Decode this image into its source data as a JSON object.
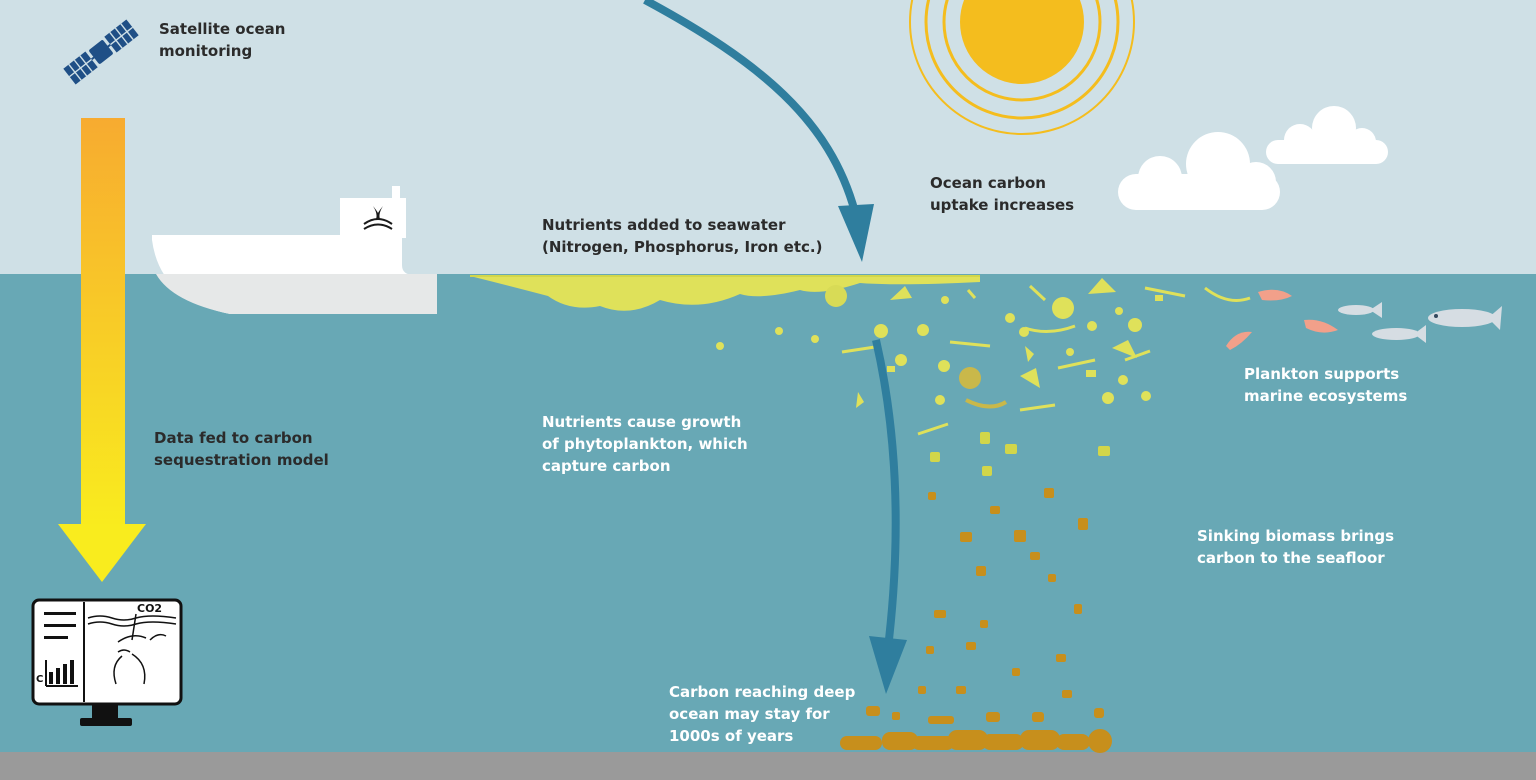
{
  "colors": {
    "sky": "#cfe0e6",
    "ocean": "#68a8b5",
    "seafloor": "#9a9a9a",
    "sun": "#f4bd1e",
    "phytoplankton": "#dfe15a",
    "sinking_biomass": "#c78f1c",
    "arrow": "#2f7e9e",
    "data_arrow_top": "#f7ab30",
    "data_arrow_bottom": "#f9ec1e"
  },
  "icons": [
    "satellite-icon",
    "ship-icon",
    "whale-tail-icon",
    "sun-icon",
    "cloud-icon",
    "fish-icon",
    "shrimp-icon",
    "computer-monitor-icon"
  ],
  "labels": {
    "satellite": [
      "Satellite ocean",
      "monitoring"
    ],
    "data_fed": [
      "Data fed to carbon",
      "sequestration model"
    ],
    "nutrients_added": [
      "Nutrients added to seawater",
      "(Nitrogen, Phosphorus, Iron etc.)"
    ],
    "carbon_uptake": [
      "Ocean carbon",
      "uptake increases"
    ],
    "nutrients_growth": [
      "Nutrients cause growth",
      "of phytoplankton, which",
      "capture carbon"
    ],
    "plankton_supports": [
      "Plankton supports",
      "marine ecosystems"
    ],
    "sinking_biomass": [
      "Sinking biomass brings",
      "carbon to the seafloor"
    ],
    "deep_ocean": [
      "Carbon reaching deep",
      "ocean may stay for",
      "1000s of years"
    ]
  },
  "monitor": {
    "co2_label": "CO2",
    "chart_axis_label": "C"
  }
}
